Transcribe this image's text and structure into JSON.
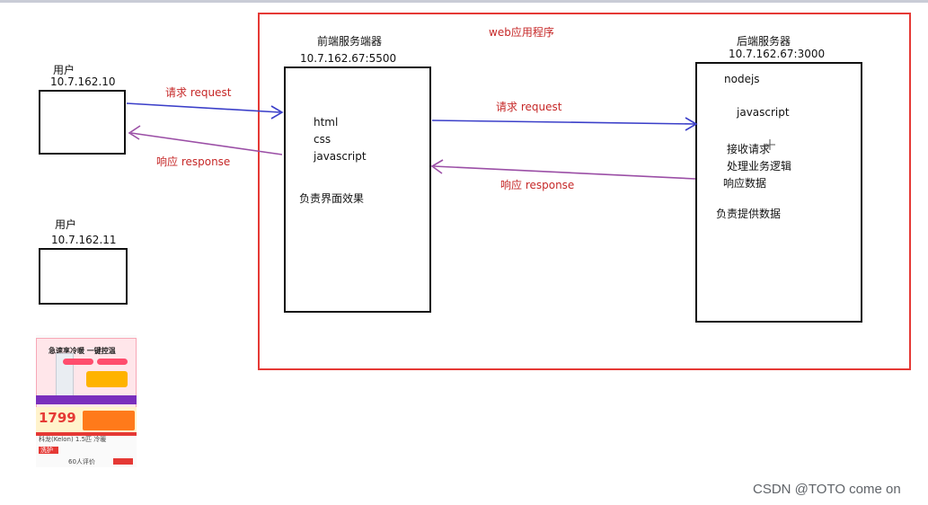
{
  "frame": {
    "title": "web应用程序"
  },
  "user1": {
    "label": "用户",
    "ip": "10.7.162.10"
  },
  "user2": {
    "label": "用户",
    "ip": "10.7.162.11"
  },
  "frontend": {
    "title": "前端服务端器",
    "addr": "10.7.162.67:5500",
    "lines": [
      "html",
      "css",
      "javascript"
    ],
    "duty": "负责界面效果"
  },
  "backend": {
    "title": "后端服务器",
    "addr": "10.7.162.67:3000",
    "lines": [
      "nodejs",
      "javascript",
      "接收请求",
      "处理业务逻辑",
      "响应数据"
    ],
    "duty": "负责提供数据"
  },
  "arrows": {
    "request_left": "请求 request",
    "response_left": "响应 response",
    "request_right": "请求 request",
    "response_right": "响应 response"
  },
  "ad": {
    "title": "急速享冷暖 一键控温",
    "price": "1799",
    "product": "科龙(Kelon) 1.5匹 冷暖",
    "badge_left": "洗护",
    "sold": "60人评价"
  },
  "watermark": "CSDN @TOTO come on",
  "colors": {
    "request_arrow": "#3b3fc9",
    "response_arrow": "#9b4fa6",
    "frame_border": "#e53935",
    "label_red": "#c62828"
  }
}
